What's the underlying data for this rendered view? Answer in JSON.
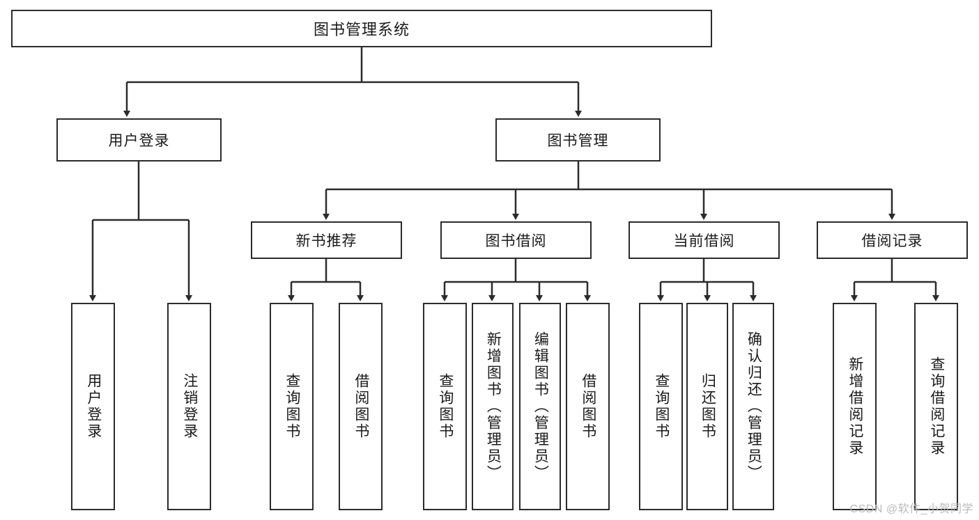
{
  "diagram": {
    "title": "图书管理系统",
    "type": "tree-hierarchy-diagram",
    "watermark": "CSDN @软件_小贺同学",
    "colors": {
      "box_border": "#2b2b2b",
      "box_fill": "#ffffff",
      "line": "#2b2b2b",
      "text": "#1a1a1a",
      "watermark": "#b9b9b9",
      "background": "#ffffff"
    },
    "root": {
      "label": "图书管理系统"
    },
    "level2": [
      {
        "label": "用户登录"
      },
      {
        "label": "图书管理"
      }
    ],
    "level3": [
      {
        "label": "新书推荐"
      },
      {
        "label": "图书借阅"
      },
      {
        "label": "当前借阅"
      },
      {
        "label": "借阅记录"
      }
    ],
    "leaves": {
      "user_login": [
        {
          "label": "用户登录"
        },
        {
          "label": "注销登录"
        }
      ],
      "new_book_recommend": [
        {
          "label": "查询图书"
        },
        {
          "label": "借阅图书"
        }
      ],
      "book_borrow": [
        {
          "label": "查询图书"
        },
        {
          "label": "新增图书（管理员）"
        },
        {
          "label": "编辑图书（管理员）"
        },
        {
          "label": "借阅图书"
        }
      ],
      "current_borrow": [
        {
          "label": "查询图书"
        },
        {
          "label": "归还图书"
        },
        {
          "label": "确认归还（管理员）"
        }
      ],
      "borrow_record": [
        {
          "label": "新增借阅记录"
        },
        {
          "label": "查询借阅记录"
        }
      ]
    }
  }
}
